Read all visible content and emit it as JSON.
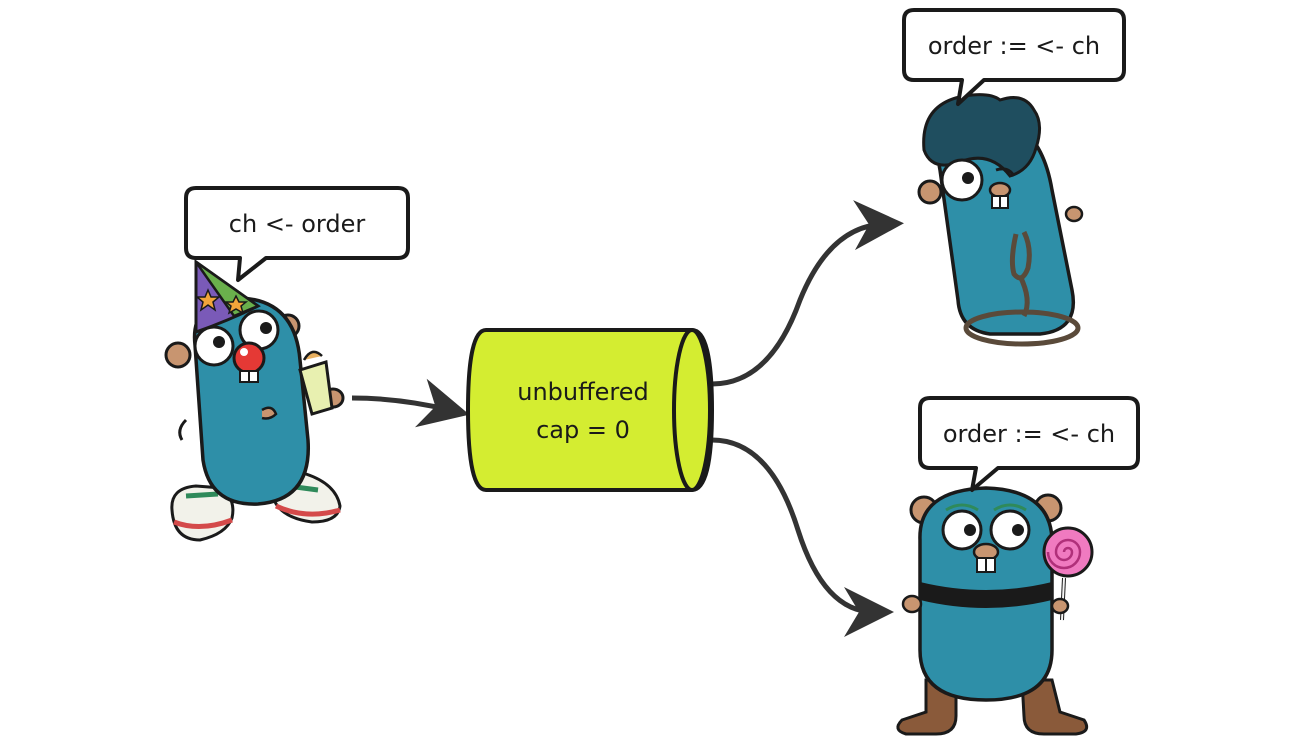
{
  "bubbles": {
    "sender": "ch <- order",
    "receiver_top": "order := <- ch",
    "receiver_bottom": "order := <- ch"
  },
  "channel": {
    "line1": "unbuffered",
    "line2": "cap = 0",
    "fill_color": "#d4ed31"
  },
  "colors": {
    "gopher_body": "#2e8fa8",
    "gopher_outline": "#1a1a1a",
    "arrow": "#333333",
    "ear": "#c89570"
  },
  "icons": {
    "sender": "party-gopher-icon",
    "receiver_top": "cowboy-gopher-icon",
    "receiver_bottom": "lollipop-gopher-icon"
  }
}
